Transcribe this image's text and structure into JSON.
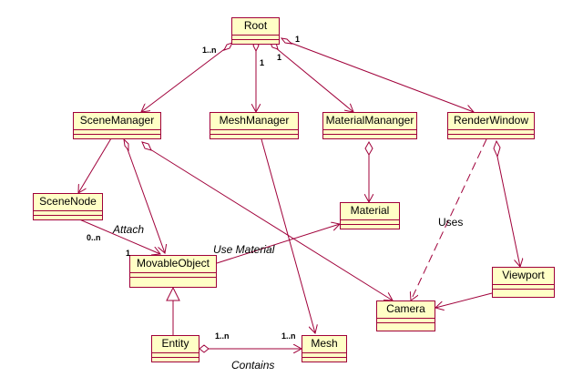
{
  "classes": {
    "root": "Root",
    "scene_manager": "SceneManager",
    "mesh_manager": "MeshManager",
    "material_manager": "MaterialMananger",
    "render_window": "RenderWindow",
    "scene_node": "SceneNode",
    "material": "Material",
    "movable_object": "MovableObject",
    "viewport": "Viewport",
    "camera": "Camera",
    "entity": "Entity",
    "mesh": "Mesh"
  },
  "labels": {
    "root_scenemanager_mult": "1..n",
    "root_meshmanager_mult": "1",
    "root_materialmanager_mult": "1",
    "root_renderwindow_mult": "1",
    "attach": "Attach",
    "attach_source_mult": "0..n",
    "attach_target_mult": "1",
    "use_material": "Use Material",
    "uses": "Uses",
    "entity_mesh_source_mult": "1..n",
    "entity_mesh_target_mult": "1..n",
    "contains": "Contains"
  },
  "colors": {
    "class_fill": "#ffffc6",
    "line": "#a0003a"
  }
}
